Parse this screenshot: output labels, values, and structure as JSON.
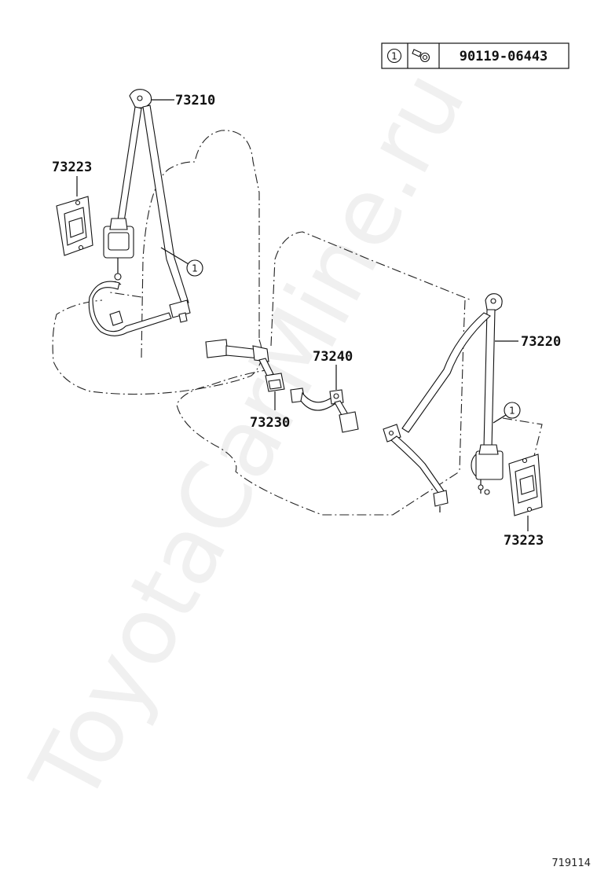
{
  "legend": {
    "ref_number": "1",
    "part_number": "90119-06443",
    "icon": "bolt-icon"
  },
  "callouts": {
    "c_73210": "73210",
    "c_73223_left": "73223",
    "c_73220": "73220",
    "c_73223_right": "73223",
    "c_73240": "73240",
    "c_73230": "73230",
    "ref_left": "1",
    "ref_right": "1"
  },
  "watermark": "ToyotaCarMine.ru",
  "diagram_id": "719114"
}
